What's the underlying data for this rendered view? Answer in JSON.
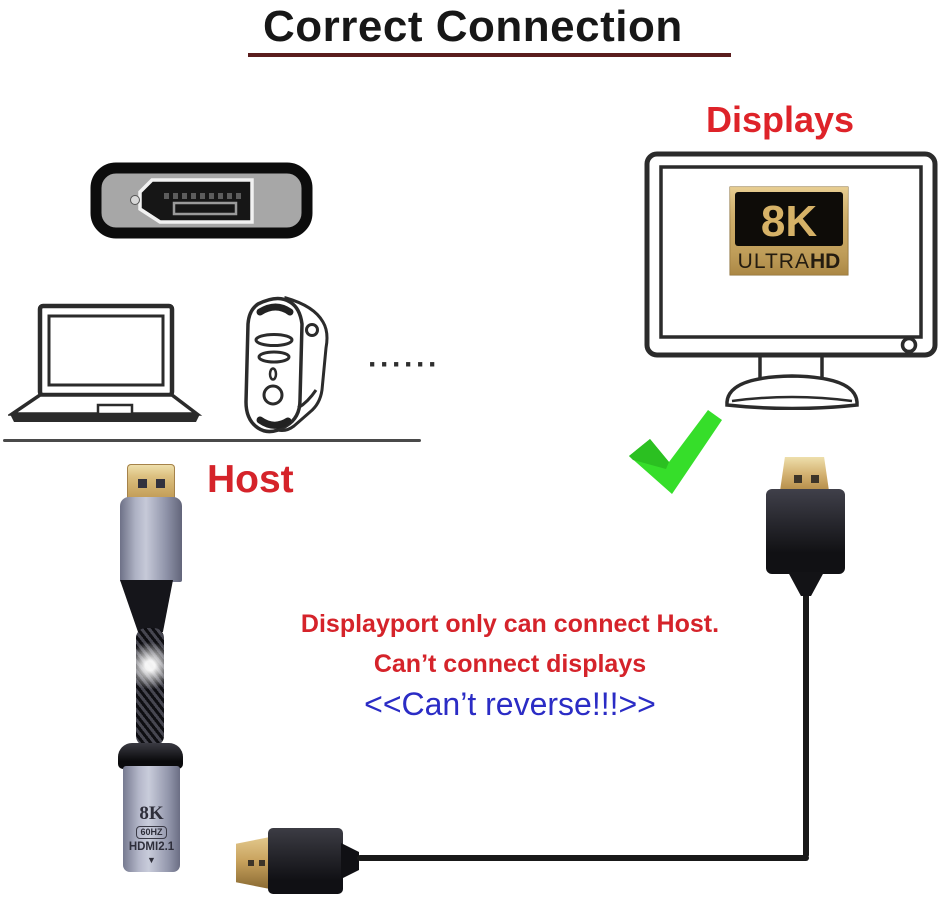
{
  "title": "Correct Connection",
  "section_labels": {
    "displays": "Displays",
    "host": "Host"
  },
  "monitor_badge": {
    "resolution": "8K",
    "ultra": "ULTRA",
    "hd": "HD"
  },
  "adapter_badge": {
    "resolution": "8K",
    "refresh": "60HZ",
    "spec": "HDMI2.1",
    "arrow_down": "▼"
  },
  "notes": {
    "red_line1": "Displayport only can connect Host.",
    "red_line2": "Can’t connect displays",
    "blue_line": "<<Can’t reverse!!!>>"
  },
  "ellipsis_dots": "······",
  "icons": {
    "checkmark": "green-check",
    "displayport_port": "dp-female-port",
    "monitor": "display-outline",
    "laptop": "laptop-outline",
    "tower": "pc-tower-outline",
    "ellipsis": "six-dots"
  },
  "colors": {
    "title_text": "#171717",
    "title_underline": "#5a1d1d",
    "label_red": "#de2329",
    "note_red": "#d5232a",
    "note_blue": "#2b2cc5",
    "check_green": "#36de2a",
    "badge_gold": "#d6b267",
    "connector_gold": "#cfa95e",
    "metal_purple": "#9ba0b5",
    "cable_black": "#191919"
  }
}
